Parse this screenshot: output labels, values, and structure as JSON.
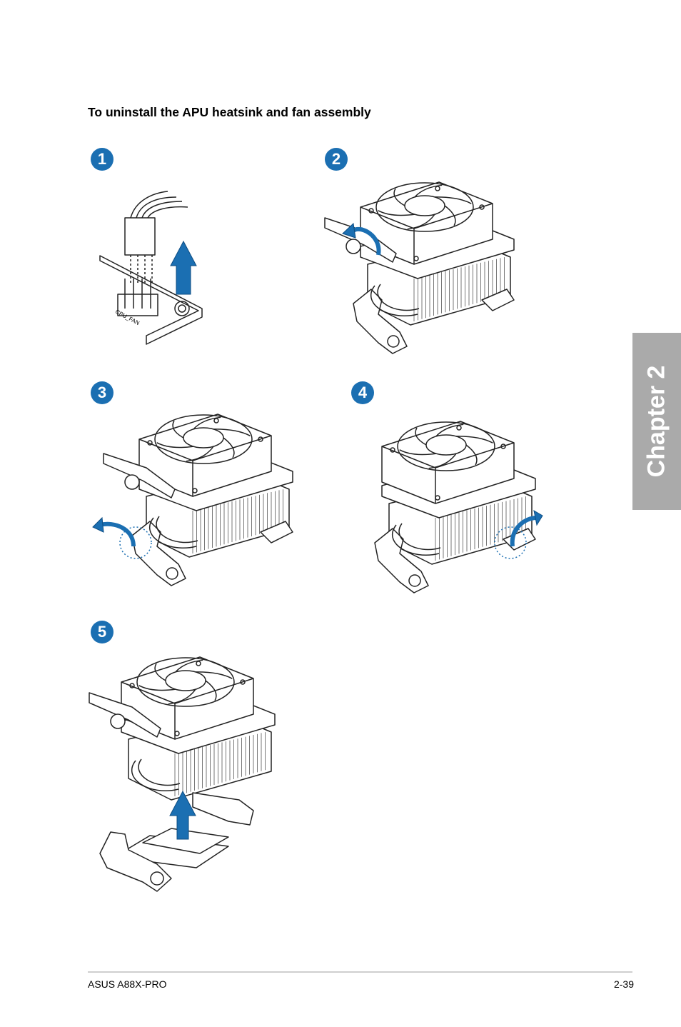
{
  "page": {
    "heading": "To uninstall the APU heatsink and fan assembly",
    "chapter_tab": "Chapter 2",
    "footer_left": "ASUS A88X-PRO",
    "footer_right": "2-39"
  },
  "steps": [
    {
      "number": "1"
    },
    {
      "number": "2"
    },
    {
      "number": "3"
    },
    {
      "number": "4"
    },
    {
      "number": "5"
    }
  ],
  "diagram_labels": {
    "connector_label": "CPU_FAN"
  },
  "colors": {
    "accent_blue": "#1b6fb2",
    "chapter_tab_gray": "#aaaaaa"
  }
}
